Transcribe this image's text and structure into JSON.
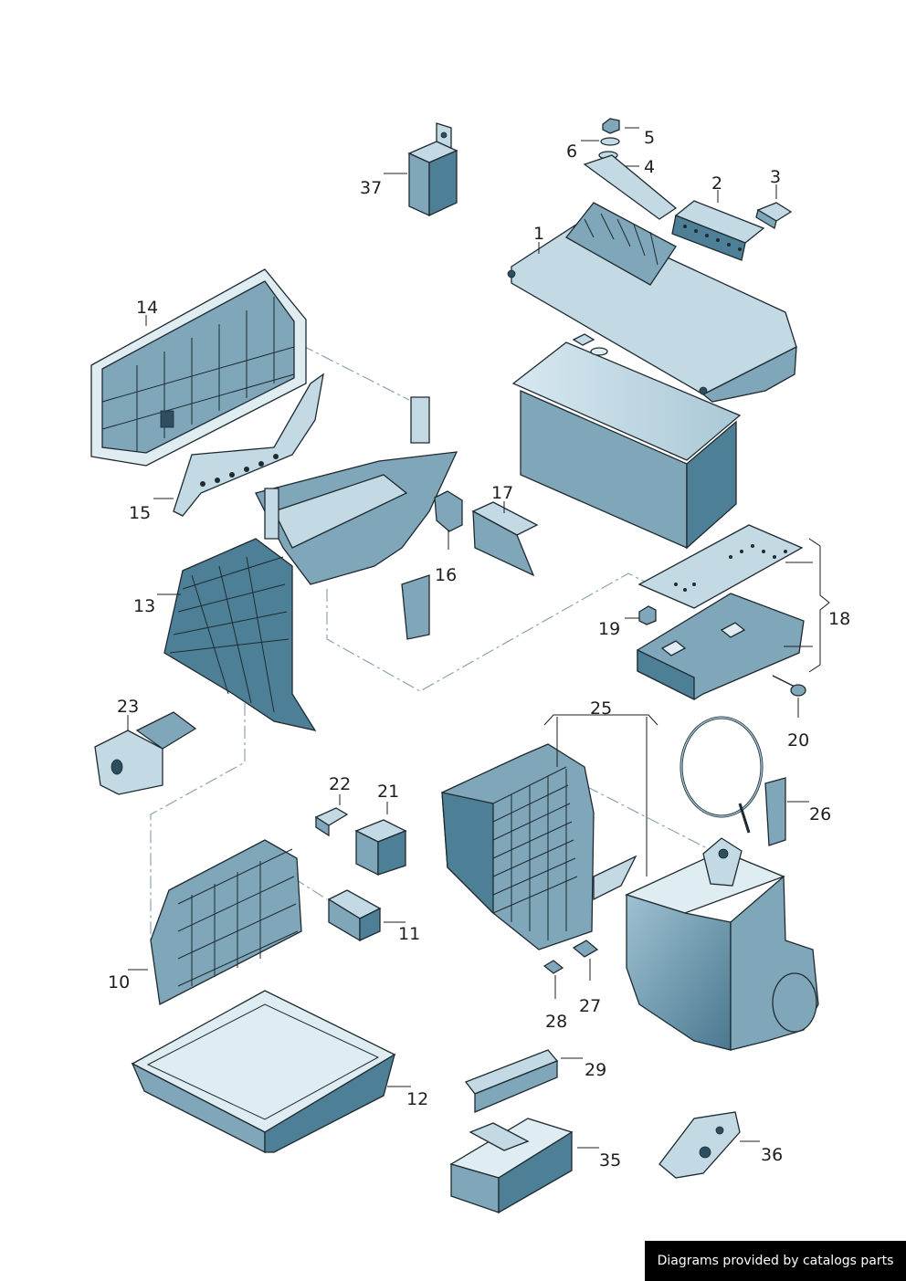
{
  "credit": "Diagrams provided by catalogs parts",
  "callouts": [
    "1",
    "2",
    "3",
    "4",
    "5",
    "6",
    "10",
    "11",
    "12",
    "13",
    "14",
    "15",
    "16",
    "17",
    "18",
    "19",
    "20",
    "21",
    "22",
    "23",
    "25",
    "26",
    "27",
    "28",
    "29",
    "35",
    "36",
    "37"
  ]
}
